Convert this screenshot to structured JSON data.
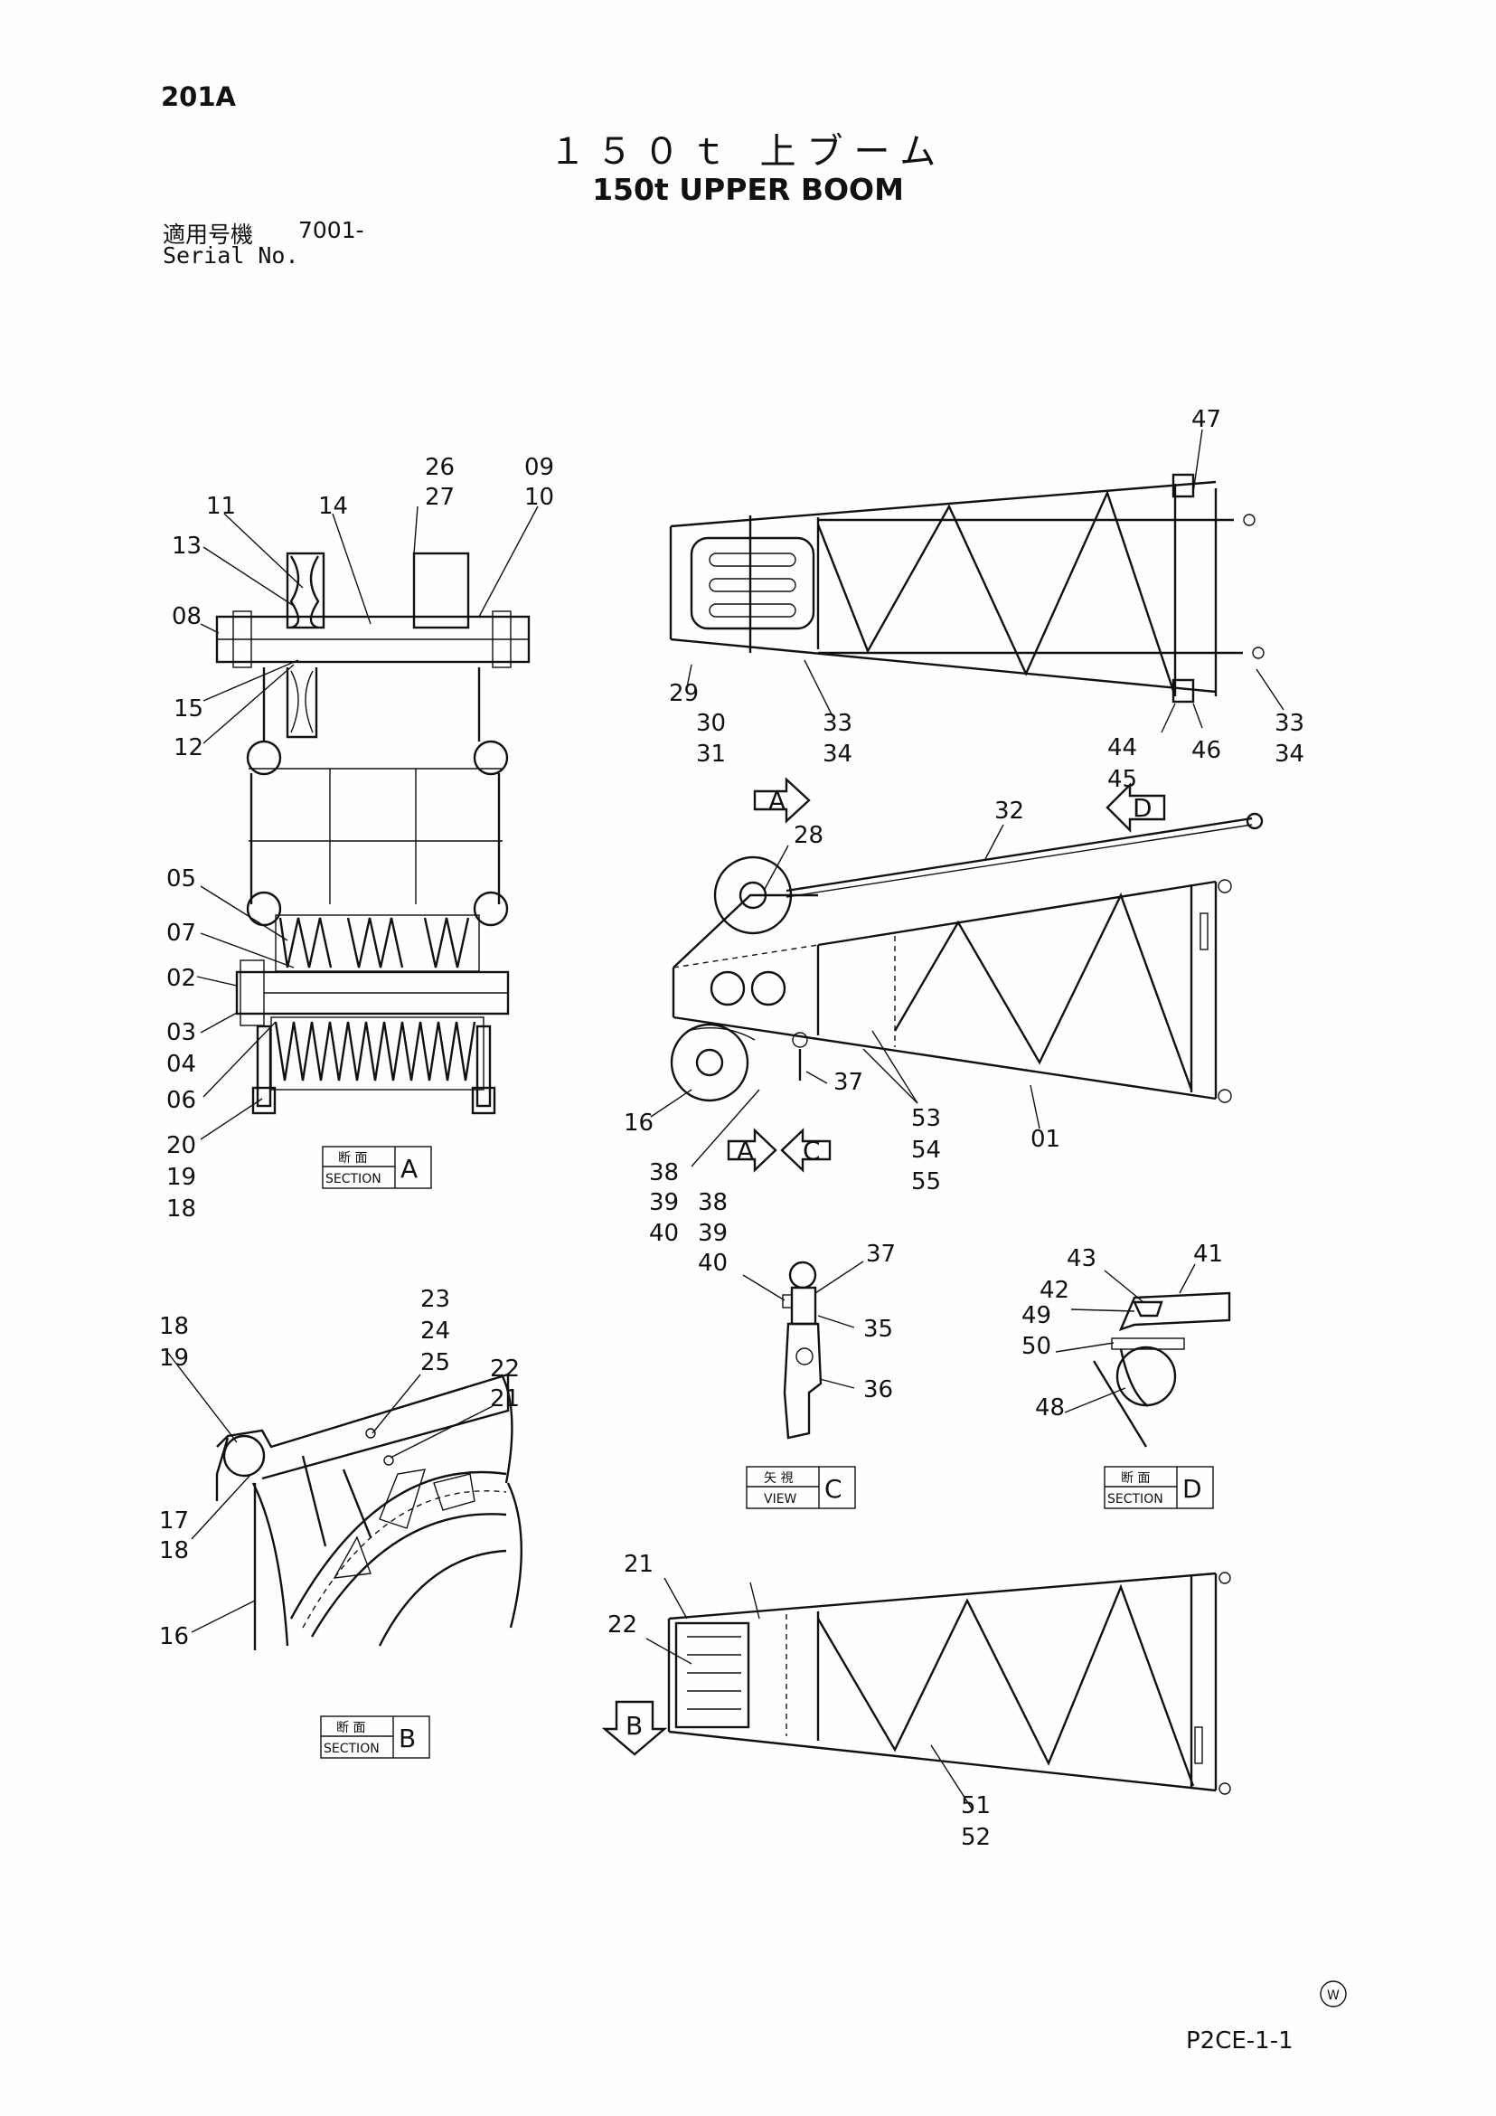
{
  "header": {
    "code": "201A",
    "title_jp": "１５０ｔ 上ブーム",
    "title_en": "150t UPPER BOOM",
    "serial_label_jp": "適用号機",
    "serial_value": "7001-",
    "serial_label_en": "Serial No."
  },
  "footer": {
    "page_number": "P2CE-1-1",
    "logo_letter": "W"
  },
  "section_tags": {
    "a": {
      "jp": "断 面",
      "en": "SECTION",
      "letter": "A"
    },
    "b": {
      "jp": "断 面",
      "en": "SECTION",
      "letter": "B"
    },
    "c": {
      "jp": "矢 視",
      "en": "VIEW",
      "letter": "C"
    },
    "d": {
      "jp": "断 面",
      "en": "SECTION",
      "letter": "D"
    }
  },
  "arrows": {
    "a1": "A",
    "d1": "D",
    "a2": "A",
    "c1": "C",
    "b1": "B"
  },
  "labels": {
    "l26": "26",
    "l27": "27",
    "l09": "09",
    "l10": "10",
    "l11": "11",
    "l14": "14",
    "l13": "13",
    "l08": "08",
    "l15": "15",
    "l12": "12",
    "l05": "05",
    "l07": "07",
    "l02": "02",
    "l03": "03",
    "l04": "04",
    "l06": "06",
    "l20": "20",
    "l19": "19",
    "l18": "18",
    "l47": "47",
    "l29": "29",
    "l30": "30",
    "l31": "31",
    "l33a": "33",
    "l34a": "34",
    "l44": "44",
    "l45": "45",
    "l46": "46",
    "l33b": "33",
    "l34b": "34",
    "l32": "32",
    "l28": "28",
    "l16a": "16",
    "l37a": "37",
    "l53": "53",
    "l54": "54",
    "l55": "55",
    "l01": "01",
    "l38a": "38",
    "l39a": "39",
    "l40a": "40",
    "l38b": "38",
    "l39b": "39",
    "l40b": "40",
    "l37b": "37",
    "l35": "35",
    "l36": "36",
    "l43": "43",
    "l41": "41",
    "l42": "42",
    "l49": "49",
    "l50": "50",
    "l48": "48",
    "l23": "23",
    "l24": "24",
    "l25": "25",
    "l22a": "22",
    "l21a": "21",
    "l18b": "18",
    "l19b": "19",
    "l17": "17",
    "l18c": "18",
    "l16b": "16",
    "l21b": "21",
    "l22b": "22",
    "l51": "51",
    "l52": "52"
  }
}
